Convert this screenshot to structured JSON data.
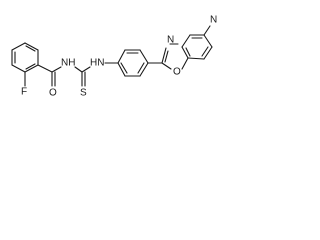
{
  "molecule": {
    "labels": {
      "fluorine": "F",
      "carbonyl_oxygen": "O",
      "amide_nh": "NH",
      "thione_sulfur": "S",
      "thiourea_nh": "HN",
      "oxazole_oxygen": "O",
      "oxazole_nitrogen": "N",
      "pyridine_nitrogen": "N"
    }
  }
}
